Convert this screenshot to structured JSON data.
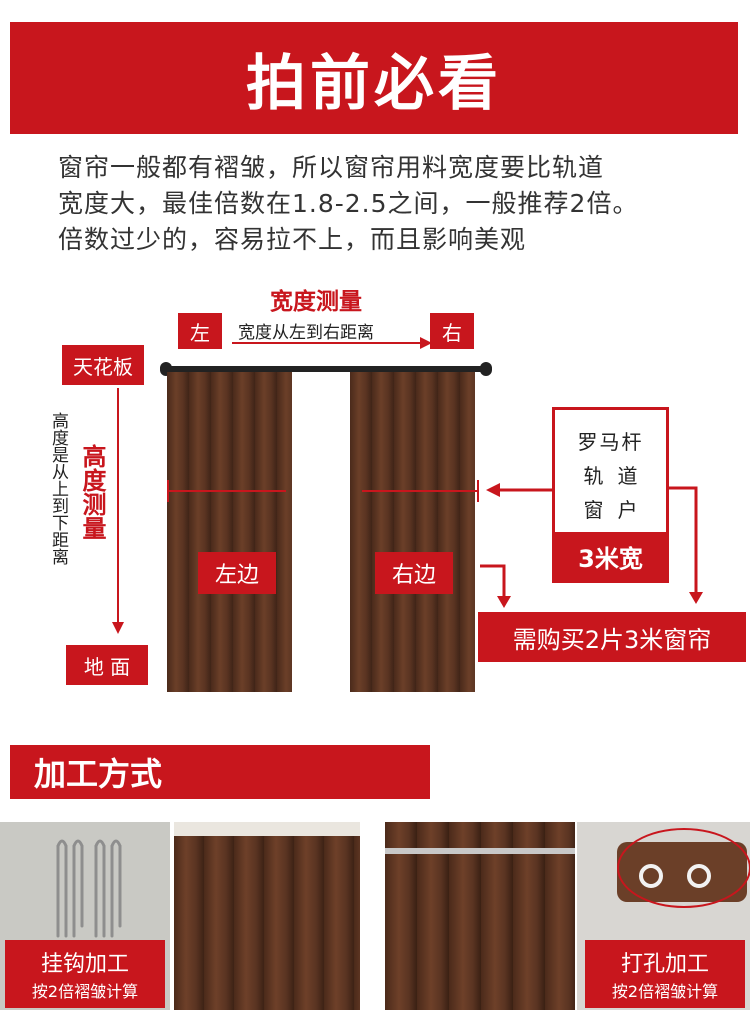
{
  "header": {
    "title": "拍前必看"
  },
  "intro": {
    "lines": [
      "窗帘一般都有褶皱，所以窗帘用料宽度要比轨道",
      "宽度大，最佳倍数在1.8-2.5之间，一般推荐2倍。",
      "倍数过少的，容易拉不上，而且影响美观"
    ]
  },
  "measure": {
    "width_title": "宽度测量",
    "width_desc": "宽度从左到右距离",
    "left_tag": "左",
    "right_tag": "右",
    "ceiling": "天花板",
    "floor": "地 面",
    "height_desc": "高度是从上到下距离",
    "height_title": "高度测量",
    "width_value": "宽3米",
    "left_side": "左边",
    "right_side": "右边",
    "track_lines": [
      "罗马杆",
      "轨道",
      "窗户"
    ],
    "track_width": "3米宽",
    "buy_note": "需购买2片3米窗帘"
  },
  "process": {
    "title": "加工方式",
    "hook": {
      "label": "挂钩加工",
      "note": "按2倍褶皱计算"
    },
    "grommet": {
      "label": "打孔加工",
      "note": "按2倍褶皱计算"
    }
  },
  "colors": {
    "accent": "#c8161d",
    "curtain": "#5a3422"
  }
}
